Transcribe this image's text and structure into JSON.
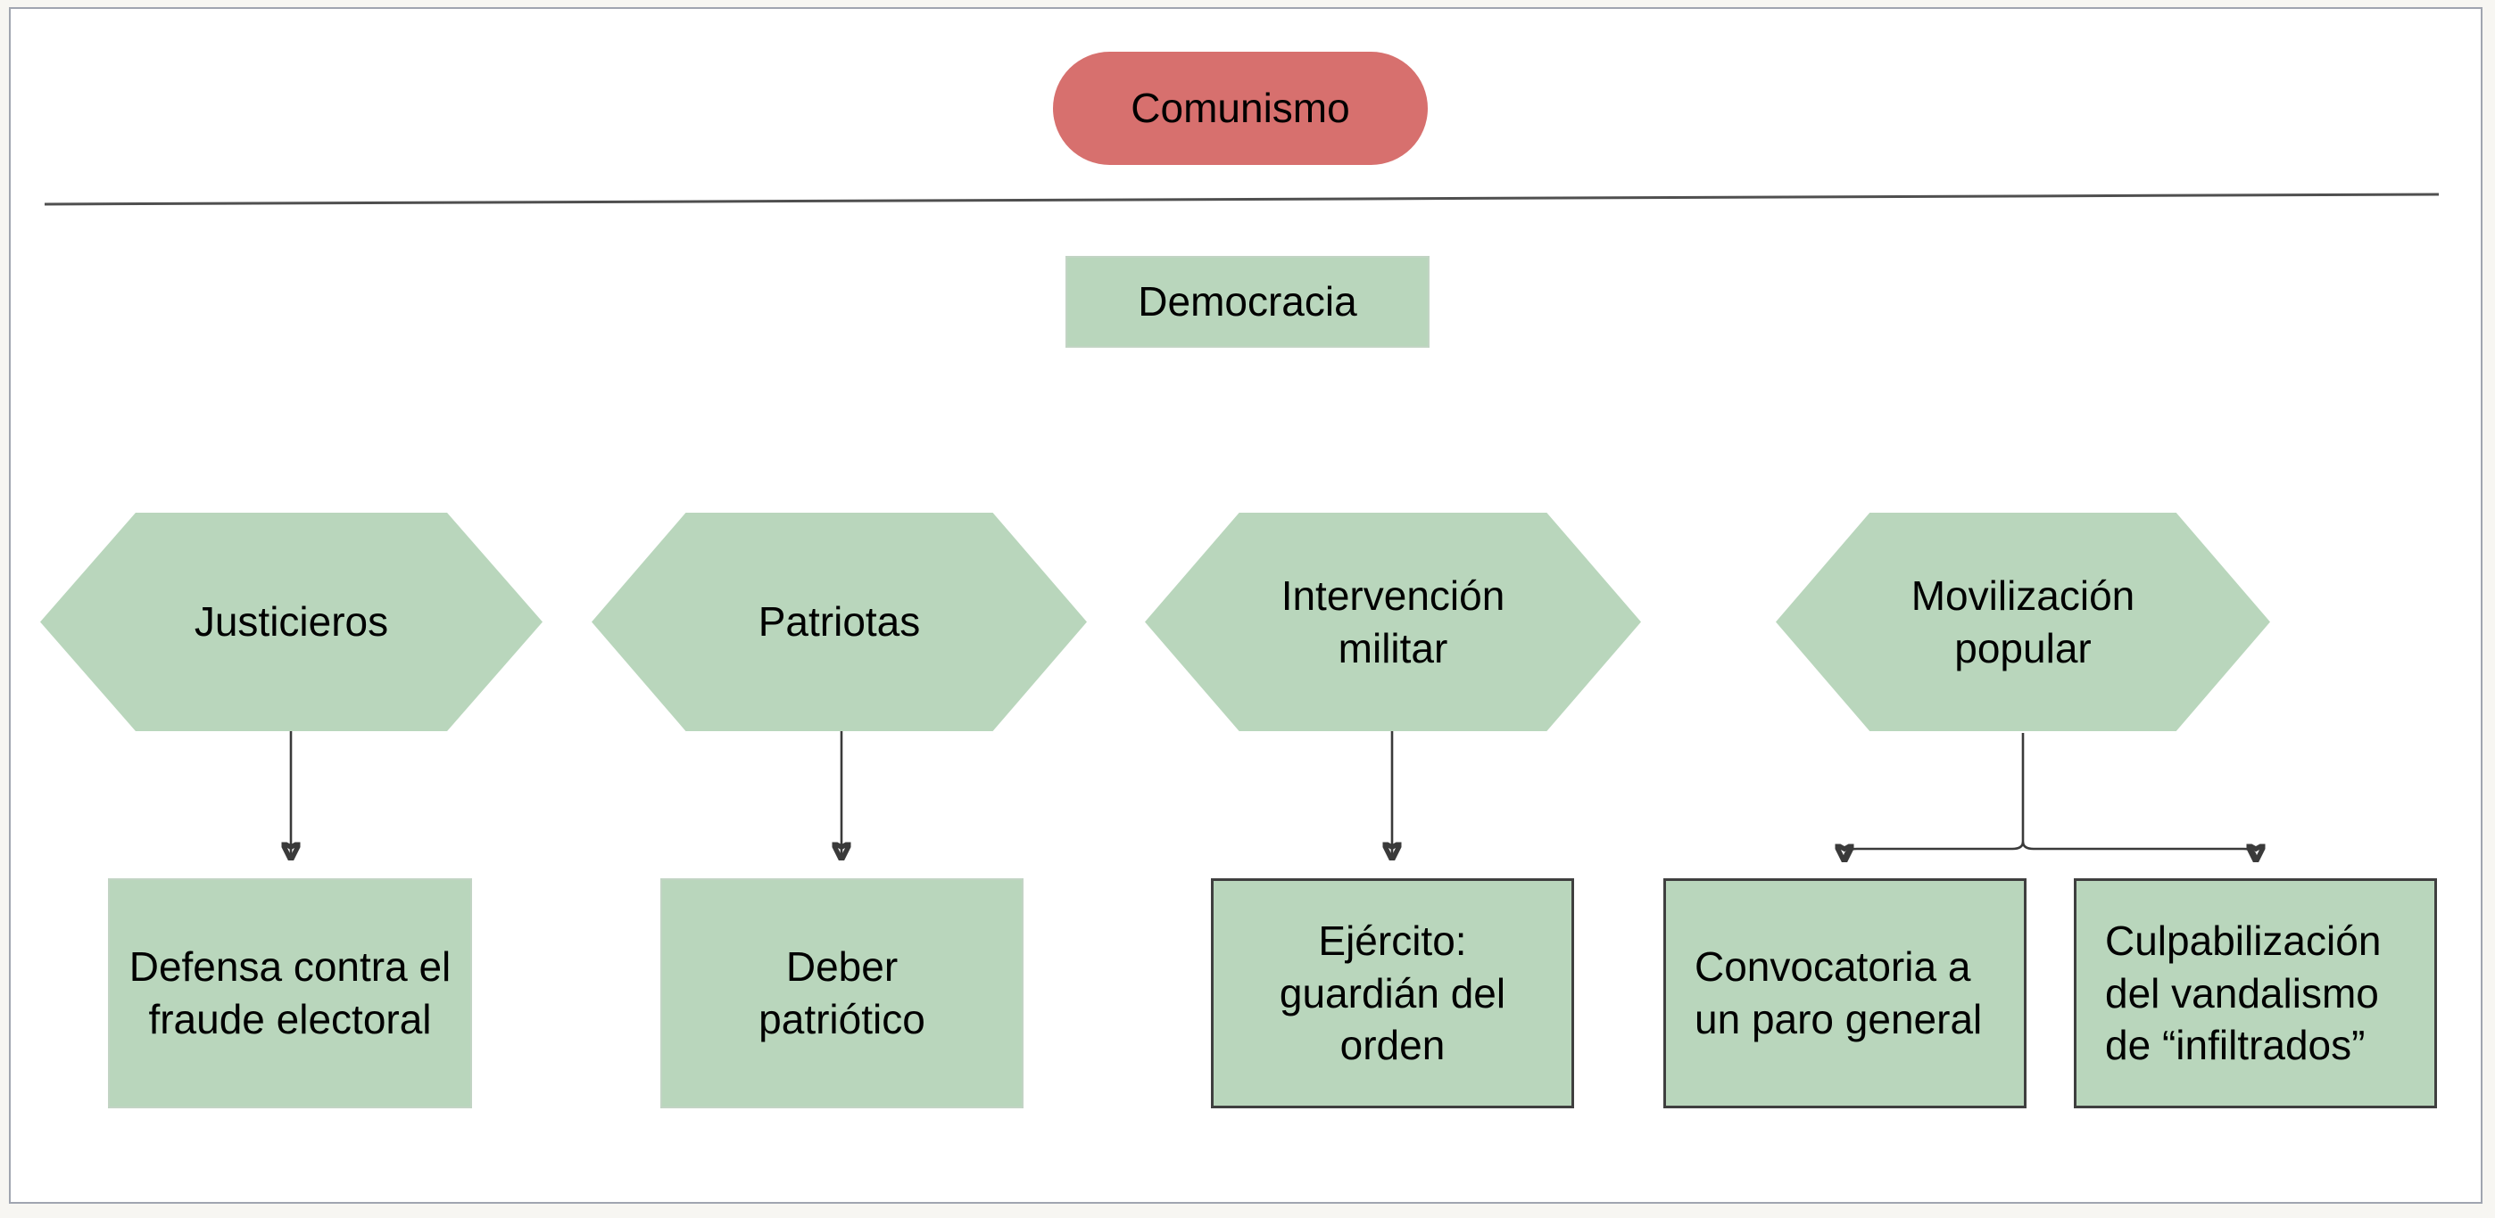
{
  "diagram": {
    "title_node": {
      "label": "Comunismo"
    },
    "level2_node": {
      "label": "Democracia"
    },
    "hexagons": [
      {
        "id": "justicieros",
        "label": "Justicieros"
      },
      {
        "id": "patriotas",
        "label": "Patriotas"
      },
      {
        "id": "intervencion-militar",
        "label": "Intervención\nmilitar"
      },
      {
        "id": "movilizacion-popular",
        "label": "Movilización\npopular"
      }
    ],
    "boxes": [
      {
        "id": "defensa-fraude",
        "label": "Defensa contra el\nfraude electoral"
      },
      {
        "id": "deber-patriotico",
        "label": "Deber\npatriótico"
      },
      {
        "id": "ejercito-guardian",
        "label": "Ejército:\nguardián del\norden"
      },
      {
        "id": "paro-general",
        "label": "Convocatoria a\nun paro general"
      },
      {
        "id": "culpabilizacion",
        "label": "Culpabilización\ndel vandalismo\nde “infiltrados”"
      }
    ],
    "palette": {
      "root_fill": "#d7706e",
      "node_fill": "#b9d6bc",
      "connector": "#3a3a3a",
      "box_border": "#3f3f3f",
      "slide_border": "#a0a5b0"
    }
  }
}
